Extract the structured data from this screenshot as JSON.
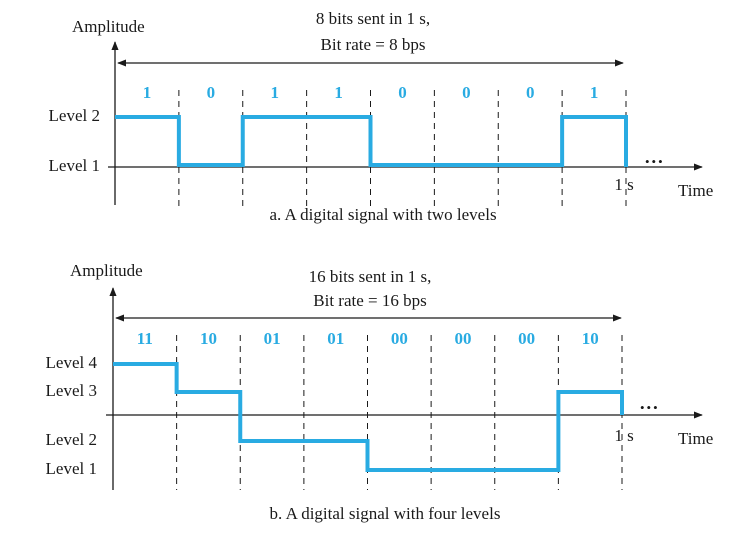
{
  "colors": {
    "signal": "#29abe2",
    "bits": "#29abe2",
    "ink": "#1a1a1a"
  },
  "diagram_a": {
    "y_axis_label": "Amplitude",
    "header_line1": "8 bits sent in 1 s,",
    "header_line2": "Bit rate = 8 bps",
    "level_labels": [
      "Level 2",
      "Level 1"
    ],
    "bits": [
      "1",
      "0",
      "1",
      "1",
      "0",
      "0",
      "0",
      "1"
    ],
    "signal_levels": [
      2,
      1,
      2,
      2,
      1,
      1,
      1,
      2
    ],
    "ellipsis": "•••",
    "tick_label": "1 s",
    "x_axis_label": "Time",
    "caption": "a. A digital signal with two levels"
  },
  "diagram_b": {
    "y_axis_label": "Amplitude",
    "header_line1": "16 bits sent in 1 s,",
    "header_line2": "Bit rate = 16 bps",
    "level_labels": [
      "Level 4",
      "Level 3",
      "Level 2",
      "Level 1"
    ],
    "bits": [
      "11",
      "10",
      "01",
      "01",
      "00",
      "00",
      "00",
      "10"
    ],
    "signal_levels": [
      4,
      3,
      2,
      2,
      1,
      1,
      1,
      3
    ],
    "ellipsis": "•••",
    "tick_label": "1 s",
    "x_axis_label": "Time",
    "caption": "b. A digital signal with four levels"
  }
}
